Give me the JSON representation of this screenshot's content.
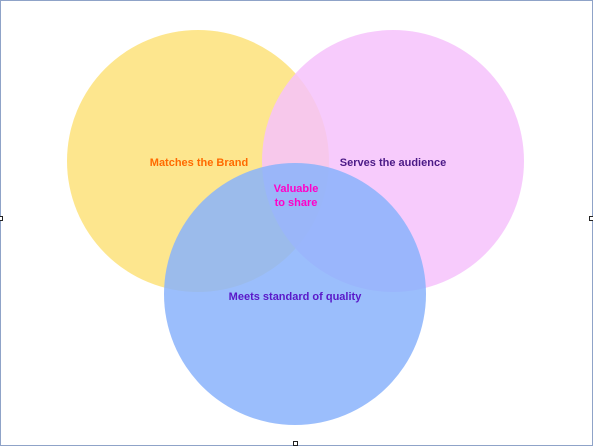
{
  "diagram": {
    "type": "venn",
    "sets": [
      {
        "label": "Matches the Brand",
        "fill": "#fde27a",
        "text_color": "#ff6a00"
      },
      {
        "label": "Serves the audience",
        "fill": "#f6c2fb",
        "text_color": "#4b1a86"
      },
      {
        "label": "Meets standard of quality",
        "fill": "#8ab3fb",
        "text_color": "#5a18c8"
      }
    ],
    "intersection": {
      "line1": "Valuable",
      "line2": "to share",
      "text_color": "#ff00c8"
    }
  },
  "colors": {
    "frame_border": "#8fa3c8",
    "handle_border": "#222222"
  }
}
